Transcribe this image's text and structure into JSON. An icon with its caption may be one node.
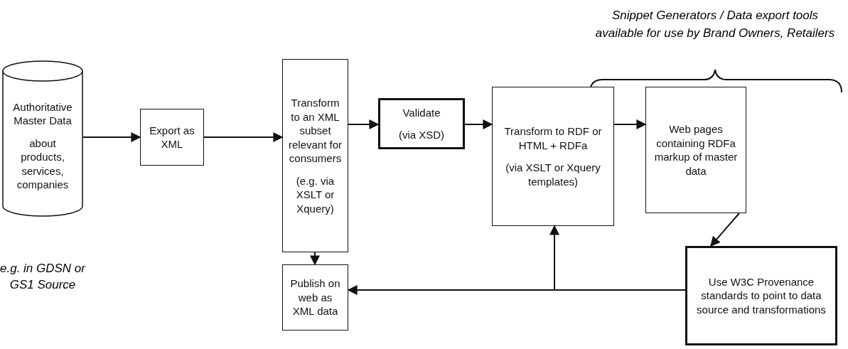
{
  "diagram": {
    "nodes": [
      {
        "text": [
          "Authoritative Master Data",
          "about products, services, companies"
        ],
        "beside": [
          "e.g. in GDSN or GS1 Source"
        ]
      },
      {
        "text": [
          "Export as XML"
        ]
      },
      {
        "text": [
          "Transform to an XML subset relevant for consumers",
          "(e.g. via XSLT or Xquery)"
        ]
      },
      {
        "text": [
          "Validate",
          "(via XSD)"
        ]
      },
      {
        "text": [
          "Transform to RDF or HTML + RDFa",
          "(via XSLT or Xquery templates)"
        ]
      },
      {
        "text": [
          "Web pages containing RDFa markup of master data"
        ]
      },
      {
        "text": [
          "Use W3C Provenance standards to point to data source and transformations"
        ]
      },
      {
        "text": [
          "Publish on web as XML data"
        ]
      }
    ],
    "edges": [
      {
        "from": 0,
        "to": 1,
        "arrow": "to"
      },
      {
        "from": 1,
        "to": 2,
        "arrow": "to"
      },
      {
        "from": 2,
        "to": 3,
        "arrow": "to"
      },
      {
        "from": 2,
        "to": 7,
        "arrow": "to"
      },
      {
        "from": 3,
        "to": 4,
        "arrow": "to"
      },
      {
        "from": 4,
        "to": 5,
        "arrow": "to"
      },
      {
        "from": 5,
        "to": 6,
        "arrow": "to"
      },
      {
        "from": 6,
        "to": 4,
        "arrow": "to"
      },
      {
        "from": 6,
        "to": 7,
        "arrow": "to"
      }
    ],
    "labels": [
      "Snippet Generators / Data export tools available for use by Brand Owners, Retailers"
    ]
  }
}
